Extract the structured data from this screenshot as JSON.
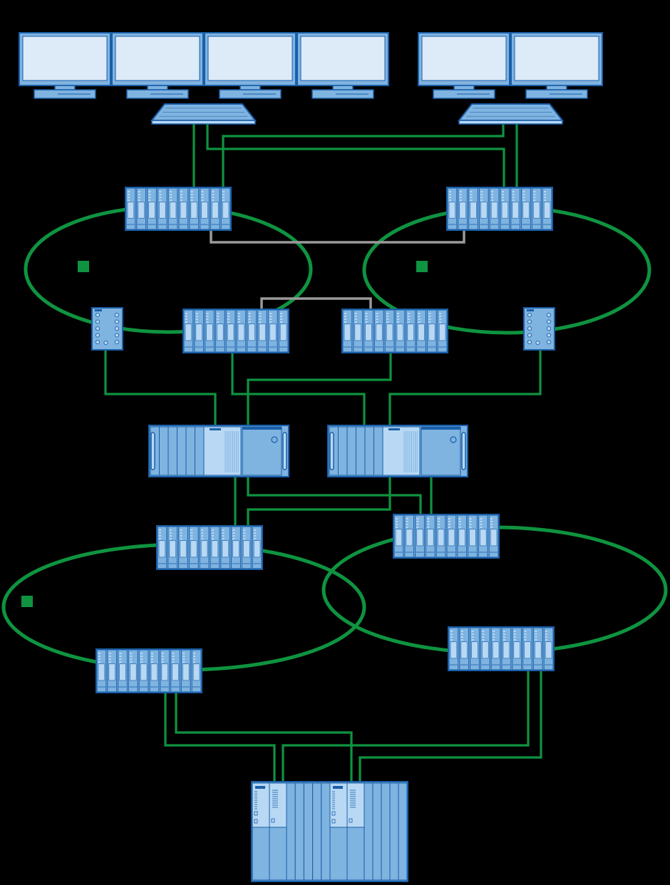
{
  "diagram": {
    "background": "#000000",
    "colors": {
      "link": "#0f9340",
      "crosslink": "#9a9a9a",
      "device_fill": "#7fb3e0",
      "device_light": "#b8d8f4",
      "device_screen": "#ddeaf8",
      "device_stroke": "#1a5fa8",
      "ring_marker": "#0f9340"
    },
    "nodes": [
      {
        "id": "operator-monitor-1",
        "kind": "monitor",
        "group": "operator-station-1"
      },
      {
        "id": "operator-monitor-2",
        "kind": "monitor",
        "group": "operator-station-1"
      },
      {
        "id": "operator-monitor-3",
        "kind": "monitor",
        "group": "operator-station-1"
      },
      {
        "id": "operator-monitor-4",
        "kind": "monitor",
        "group": "operator-station-1"
      },
      {
        "id": "operator-keyboard-1",
        "kind": "keyboard",
        "group": "operator-station-1"
      },
      {
        "id": "operator-monitor-5",
        "kind": "monitor",
        "group": "operator-station-2"
      },
      {
        "id": "operator-monitor-6",
        "kind": "monitor",
        "group": "operator-station-2"
      },
      {
        "id": "operator-keyboard-2",
        "kind": "keyboard",
        "group": "operator-station-2"
      },
      {
        "id": "terminal-switch-left",
        "kind": "switch"
      },
      {
        "id": "terminal-switch-right",
        "kind": "switch"
      },
      {
        "id": "mid-switch-left",
        "kind": "switch"
      },
      {
        "id": "mid-switch-right",
        "kind": "switch"
      },
      {
        "id": "access-module-left",
        "kind": "io-module"
      },
      {
        "id": "access-module-right",
        "kind": "io-module"
      },
      {
        "id": "server-left",
        "kind": "server"
      },
      {
        "id": "server-right",
        "kind": "server"
      },
      {
        "id": "plant-switch-top-left",
        "kind": "switch"
      },
      {
        "id": "plant-switch-top-right",
        "kind": "switch"
      },
      {
        "id": "plant-switch-bottom-left",
        "kind": "switch"
      },
      {
        "id": "plant-switch-bottom-right",
        "kind": "switch"
      },
      {
        "id": "redundant-controller",
        "kind": "controller"
      }
    ],
    "rings": [
      {
        "id": "terminal-ring-left"
      },
      {
        "id": "terminal-ring-right"
      },
      {
        "id": "plant-ring-left"
      },
      {
        "id": "plant-ring-right"
      }
    ],
    "links": [
      {
        "id": "keyboard1-to-terminal-switch-left",
        "from": "operator-keyboard-1",
        "to": "terminal-switch-left"
      },
      {
        "id": "keyboard1-to-terminal-switch-right",
        "from": "operator-keyboard-1",
        "to": "terminal-switch-right"
      },
      {
        "id": "keyboard2-to-terminal-switch-left",
        "from": "operator-keyboard-2",
        "to": "terminal-switch-left"
      },
      {
        "id": "keyboard2-to-terminal-switch-right",
        "from": "operator-keyboard-2",
        "to": "terminal-switch-right"
      },
      {
        "id": "terminal-switch-crosslink",
        "from": "terminal-switch-left",
        "to": "terminal-switch-right"
      },
      {
        "id": "mid-switch-crosslink",
        "from": "mid-switch-left",
        "to": "mid-switch-right"
      },
      {
        "id": "access-left-to-server-left",
        "from": "access-module-left",
        "to": "server-left"
      },
      {
        "id": "mid-left-to-server-right",
        "from": "mid-switch-left",
        "to": "server-right"
      },
      {
        "id": "mid-right-to-server-left",
        "from": "mid-switch-right",
        "to": "server-left"
      },
      {
        "id": "access-right-to-server-right",
        "from": "access-module-right",
        "to": "server-right"
      },
      {
        "id": "server-left-to-plant-top-left",
        "from": "server-left",
        "to": "plant-switch-top-left"
      },
      {
        "id": "server-left-to-plant-top-right",
        "from": "server-left",
        "to": "plant-switch-top-right"
      },
      {
        "id": "server-right-to-plant-top-left",
        "from": "server-right",
        "to": "plant-switch-top-left"
      },
      {
        "id": "server-right-to-plant-top-right",
        "from": "server-right",
        "to": "plant-switch-top-right"
      },
      {
        "id": "plant-bottom-left-to-controller-a",
        "from": "plant-switch-bottom-left",
        "to": "redundant-controller"
      },
      {
        "id": "plant-bottom-left-to-controller-b",
        "from": "plant-switch-bottom-left",
        "to": "redundant-controller"
      },
      {
        "id": "plant-bottom-right-to-controller-a",
        "from": "plant-switch-bottom-right",
        "to": "redundant-controller"
      },
      {
        "id": "plant-bottom-right-to-controller-b",
        "from": "plant-switch-bottom-right",
        "to": "redundant-controller"
      }
    ]
  }
}
